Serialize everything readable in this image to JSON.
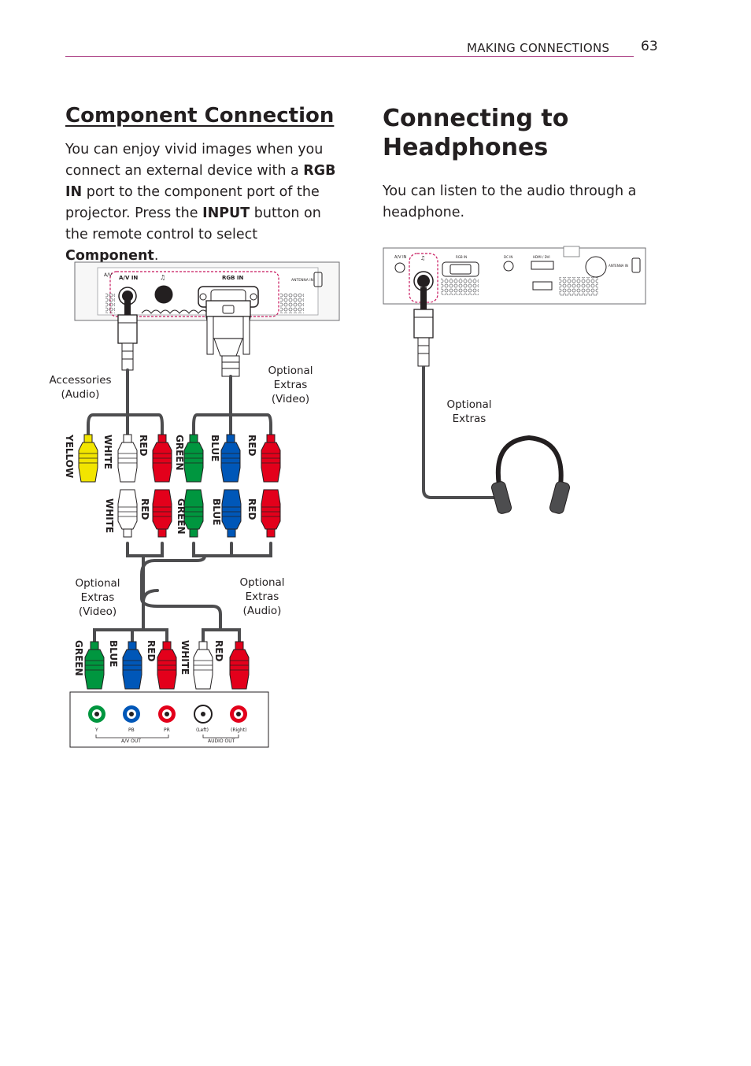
{
  "header": {
    "section": "MAKING CONNECTIONS",
    "page_number": "63"
  },
  "component": {
    "title": "Component Connection",
    "body": [
      {
        "text": "You can enjoy vivid images when you connect an external device with a "
      },
      {
        "text": "RGB IN",
        "bold": true
      },
      {
        "text": " port to the component port of the projector. Press the "
      },
      {
        "text": "INPUT",
        "bold": true
      },
      {
        "text": " button on the remote control to select "
      },
      {
        "text": "Component",
        "bold": true
      },
      {
        "text": "."
      }
    ],
    "captions": {
      "accessories": [
        "Accessories",
        "(Audio)"
      ],
      "optional_video_top": [
        "Optional",
        "Extras",
        "(Video)"
      ],
      "optional_video_bottom": [
        "Optional",
        "Extras",
        "(Video)"
      ],
      "optional_audio": [
        "Optional",
        "Extras",
        "(Audio)"
      ]
    },
    "ports": {
      "av_in": "A/V IN",
      "rgb_in": "RGB IN",
      "antenna": "ANTENNA IN"
    },
    "plug_labels": {
      "row1": [
        "YELLOW",
        "WHITE",
        "RED",
        "GREEN",
        "BLUE",
        "RED"
      ],
      "row2": [
        "WHITE",
        "RED",
        "GREEN",
        "BLUE",
        "RED"
      ],
      "row3": [
        "GREEN",
        "BLUE",
        "RED",
        "WHITE",
        "RED"
      ]
    },
    "device_labels": [
      "Y",
      "PB",
      "PR",
      "(Left)",
      "(Right)",
      "A/V OUT",
      "AUDIO OUT"
    ]
  },
  "headphones": {
    "title": "Connecting to Headphones",
    "body": "You can listen to the audio through a headphone.",
    "caption": [
      "Optional",
      "Extras"
    ],
    "ports": [
      "A/V IN",
      "RGB IN",
      "DC IN",
      "HDMI / DVI",
      "ANTENNA IN"
    ]
  },
  "colors": {
    "rule": "#a5307a",
    "yellow": "#f2e500",
    "red": "#e3001b",
    "green": "#00963f",
    "blue": "#0057b8",
    "white": "#ffffff",
    "cable": "#4d4d4f"
  }
}
